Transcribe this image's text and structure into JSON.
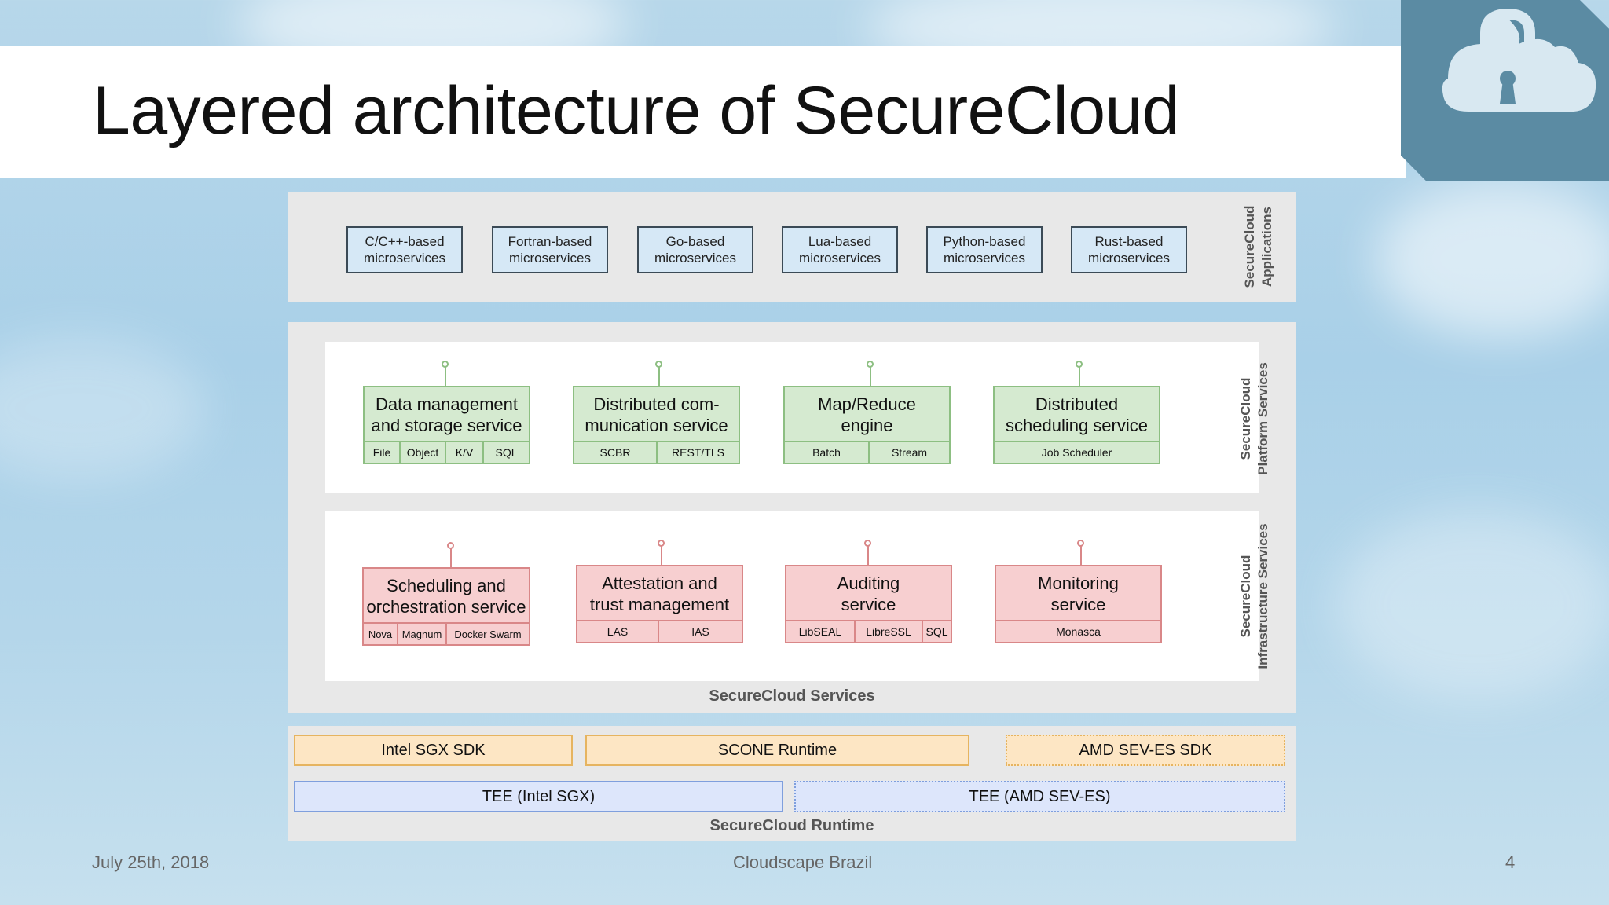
{
  "slide": {
    "title": "Layered architecture of SecureCloud",
    "footer_date": "July 25th, 2018",
    "footer_event": "Cloudscape Brazil",
    "page_number": "4"
  },
  "applications": {
    "label_line1": "SecureCloud",
    "label_line2": "Applications",
    "items": [
      {
        "line1": "C/C++-based",
        "line2": "microservices"
      },
      {
        "line1": "Fortran-based",
        "line2": "microservices"
      },
      {
        "line1": "Go-based",
        "line2": "microservices"
      },
      {
        "line1": "Lua-based",
        "line2": "microservices"
      },
      {
        "line1": "Python-based",
        "line2": "microservices"
      },
      {
        "line1": "Rust-based",
        "line2": "microservices"
      }
    ]
  },
  "platform": {
    "label_line1": "SecureCloud",
    "label_line2": "Platform Services",
    "services": [
      {
        "line1": "Data management",
        "line2": "and storage service",
        "subs": [
          "File",
          "Object",
          "K/V",
          "SQL"
        ]
      },
      {
        "line1": "Distributed com-",
        "line2": "munication service",
        "subs": [
          "SCBR",
          "REST/TLS"
        ]
      },
      {
        "line1": "Map/Reduce",
        "line2": "engine",
        "subs": [
          "Batch",
          "Stream"
        ]
      },
      {
        "line1": "Distributed",
        "line2": "scheduling service",
        "subs": [
          "Job Scheduler"
        ]
      }
    ]
  },
  "infrastructure": {
    "label_line1": "SecureCloud",
    "label_line2": "Infrastructure Services",
    "services": [
      {
        "line1": "Scheduling and",
        "line2": "orchestration service",
        "subs": [
          "Nova",
          "Magnum",
          "Docker Swarm"
        ]
      },
      {
        "line1": "Attestation and",
        "line2": "trust management",
        "subs": [
          "LAS",
          "IAS"
        ]
      },
      {
        "line1": "Auditing",
        "line2": "service",
        "subs": [
          "LibSEAL",
          "LibreSSL",
          "SQL"
        ]
      },
      {
        "line1": "Monitoring",
        "line2": "service",
        "subs": [
          "Monasca"
        ]
      }
    ]
  },
  "services_caption": "SecureCloud Services",
  "runtime": {
    "caption": "SecureCloud Runtime",
    "sdk_row": [
      "Intel SGX SDK",
      "SCONE Runtime",
      "AMD SEV-ES SDK"
    ],
    "tee_row": [
      "TEE (Intel SGX)",
      "TEE (AMD SEV-ES)"
    ]
  },
  "colors": {
    "platform_fill": "#d5ead0",
    "infrastructure_fill": "#f7cfd0",
    "sdk_fill": "#fde6c4",
    "tee_fill": "#dde6fb",
    "app_fill": "#d6e8f6"
  },
  "logo_icon": "cloud-lock-icon"
}
